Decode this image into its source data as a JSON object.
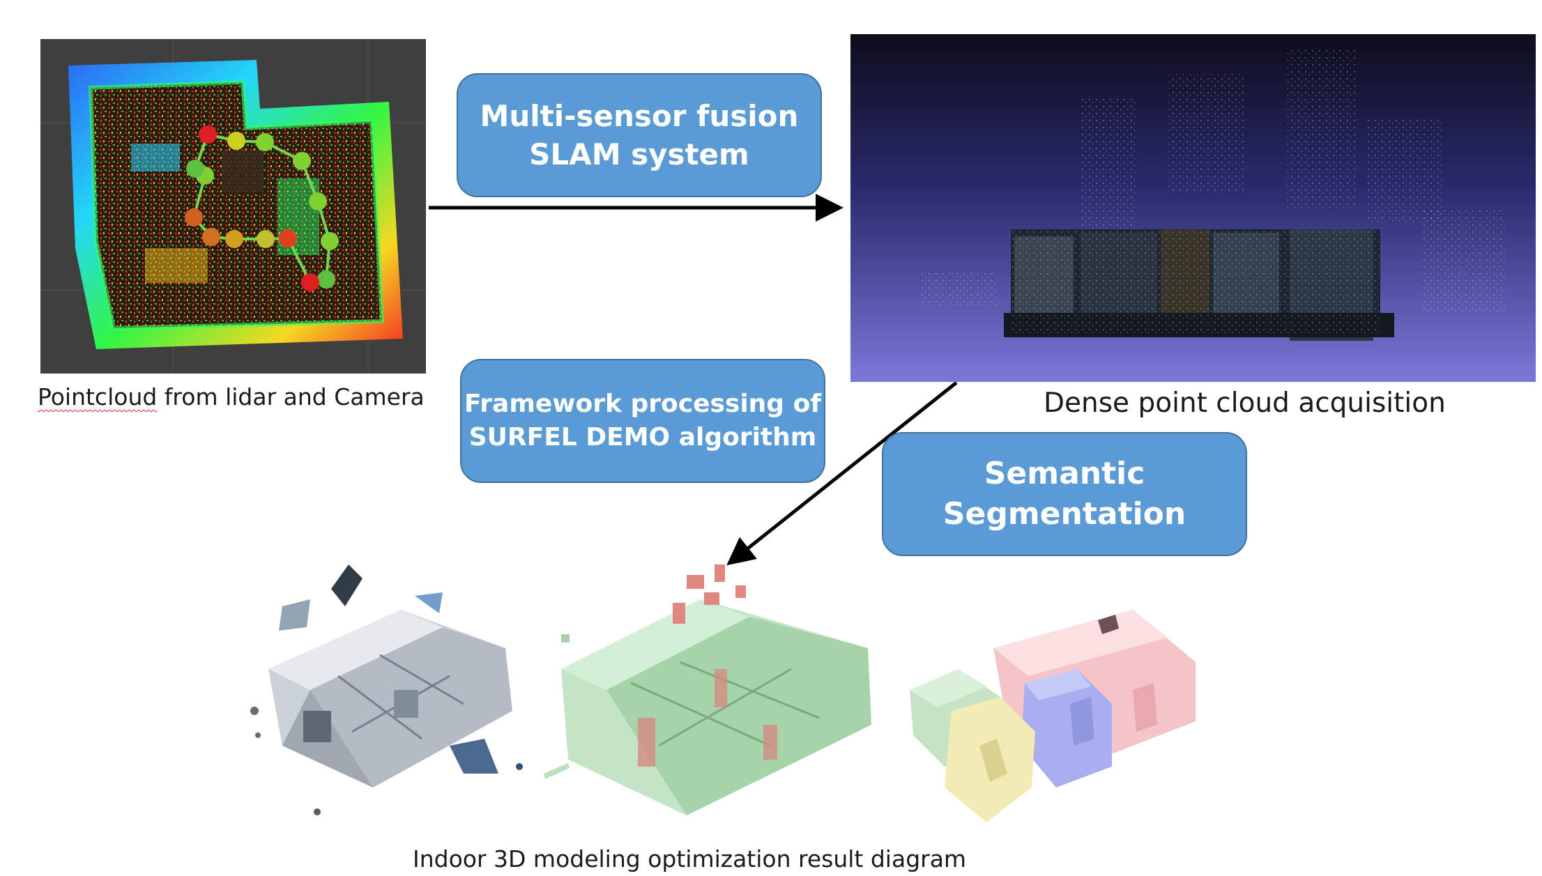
{
  "boxes": {
    "slam": {
      "line1": "Multi-sensor fusion",
      "line2": "SLAM system"
    },
    "surfel": {
      "line1": "Framework processing of",
      "line2": "SURFEL DEMO algorithm"
    },
    "semantic": {
      "line1": "Semantic",
      "line2": "Segmentation"
    }
  },
  "captions": {
    "lidar_word1": "Pointcloud",
    "lidar_rest": " from lidar and Camera",
    "dense": "Dense point cloud acquisition",
    "indoor": "Indoor 3D modeling optimization result diagram"
  },
  "colors": {
    "box_fill": "#5b9bd5",
    "box_border": "#41719c",
    "box_text": "#ffffff",
    "arrow": "#000000",
    "spellcheck_underline": "#e02020"
  }
}
